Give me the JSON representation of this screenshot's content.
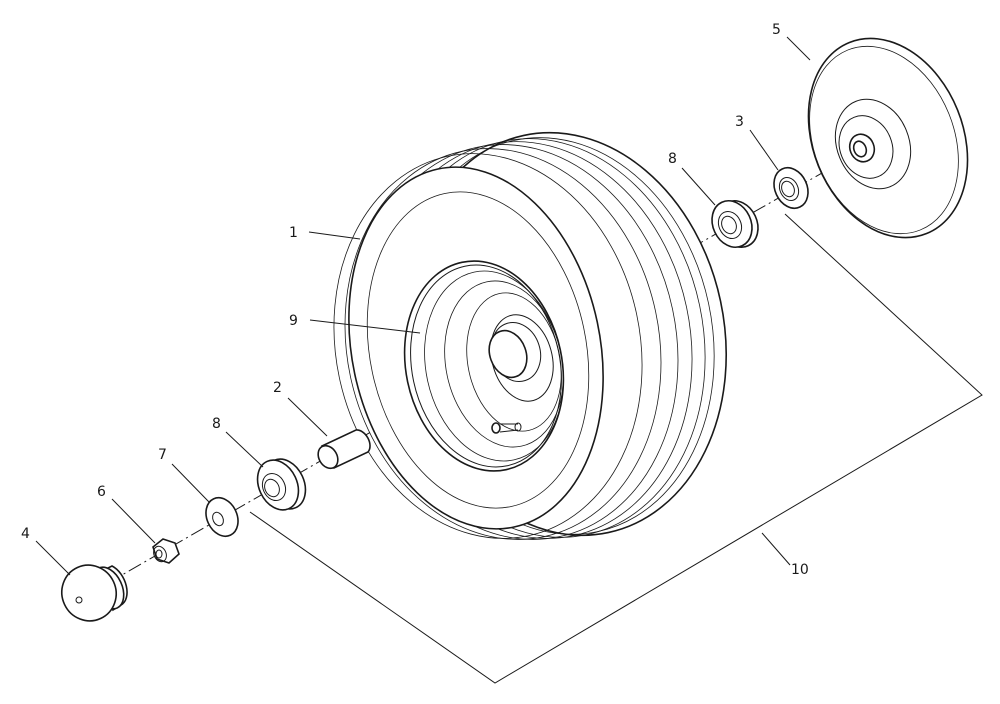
{
  "callouts": {
    "c1": "1",
    "c2": "2",
    "c3": "3",
    "c4": "4",
    "c5": "5",
    "c6": "6",
    "c7": "7",
    "c8a": "8",
    "c8b": "8",
    "c9": "9",
    "c10": "10"
  }
}
